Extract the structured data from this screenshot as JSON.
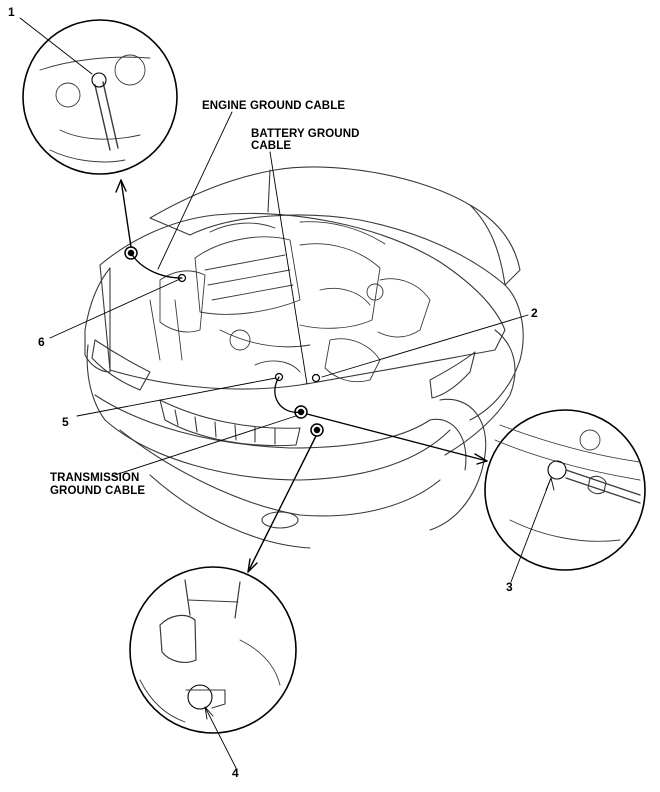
{
  "callouts": {
    "c1": "1",
    "c2": "2",
    "c3": "3",
    "c4": "4",
    "c5": "5",
    "c6": "6"
  },
  "labels": {
    "engine_ground_cable": "ENGINE GROUND CABLE",
    "battery_ground_cable_line1": "BATTERY GROUND",
    "battery_ground_cable_line2": "CABLE",
    "transmission_ground_cable_line1": "TRANSMISSION",
    "transmission_ground_cable_line2": "GROUND CABLE"
  },
  "colors": {
    "ink": "#000000",
    "line": "#3a3a3a",
    "background": "#ffffff"
  }
}
